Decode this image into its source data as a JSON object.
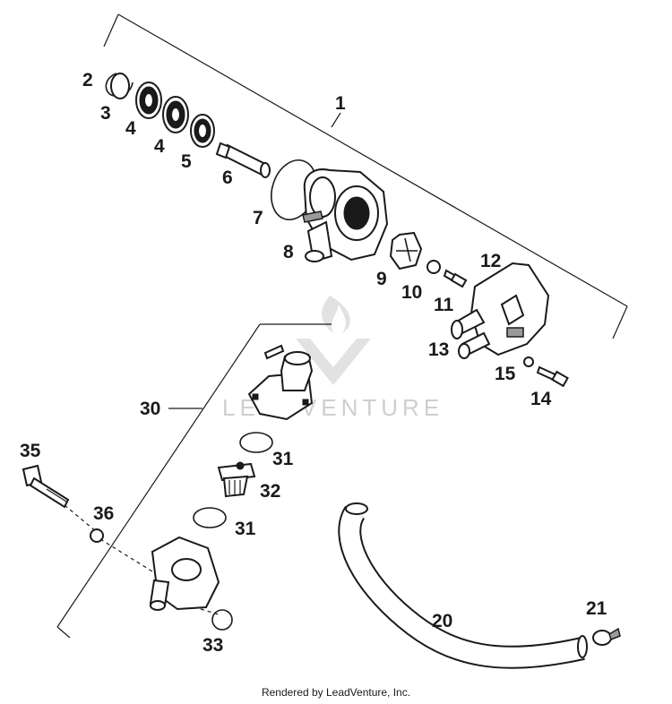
{
  "callouts": {
    "c1": "1",
    "c2": "2",
    "c3": "3",
    "c4a": "4",
    "c4b": "4",
    "c5": "5",
    "c6": "6",
    "c7": "7",
    "c8": "8",
    "c9": "9",
    "c10": "10",
    "c11": "11",
    "c12": "12",
    "c13": "13",
    "c14": "14",
    "c15": "15",
    "c20": "20",
    "c21": "21",
    "c30": "30",
    "c31a": "31",
    "c31b": "31",
    "c32": "32",
    "c33": "33",
    "c35": "35",
    "c36": "36"
  },
  "watermark": {
    "text": "LEADVENTURE"
  },
  "footer": {
    "text": "Rendered by LeadVenture, Inc."
  }
}
